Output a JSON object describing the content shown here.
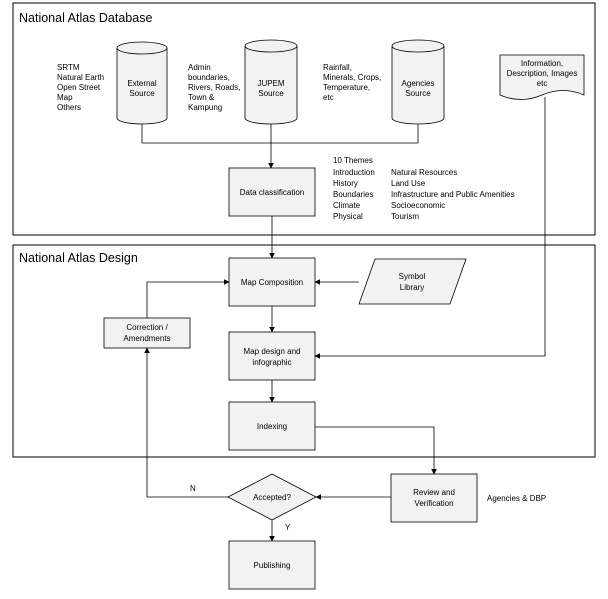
{
  "sections": {
    "database_title": "National Atlas Database",
    "design_title": "National Atlas Design"
  },
  "sources": {
    "left_list": [
      "SRTM",
      "Natural Earth",
      "Open Street",
      "Map",
      "Others"
    ],
    "external": [
      "External",
      "Source"
    ],
    "admin_list": [
      "Admin",
      "boundaries,",
      "Rivers, Roads,",
      "Town &",
      "Kampung"
    ],
    "jupem": [
      "JUPEM",
      "Source"
    ],
    "rain_list": [
      "Rainfall,",
      "Minerals, Crops,",
      "Temperature,",
      "etc"
    ],
    "agencies": [
      "Agencies",
      "Source"
    ],
    "info_doc": [
      "Information,",
      "Description, Images",
      "etc"
    ]
  },
  "data_classification": "Data classification",
  "themes": {
    "heading": "10 Themes",
    "col1": [
      "Introduction",
      "History",
      "Boundaries",
      "Climate",
      "Physical"
    ],
    "col2": [
      "Natural Resources",
      "Land Use",
      "Infrastructure and Public Amenities",
      "Socioeconomic",
      "Tourism"
    ]
  },
  "design": {
    "map_composition": "Map Composition",
    "symbol_library": [
      "Symbol",
      "Library"
    ],
    "correction": [
      "Correction /",
      "Amendments"
    ],
    "map_design": [
      "Map design and",
      "infographic"
    ],
    "indexing": "Indexing",
    "review": [
      "Review and",
      "Verification"
    ],
    "agencies_dbp": "Agencies & DBP",
    "accepted": "Accepted?",
    "no_label": "N",
    "yes_label": "Y",
    "publishing": "Publishing"
  }
}
